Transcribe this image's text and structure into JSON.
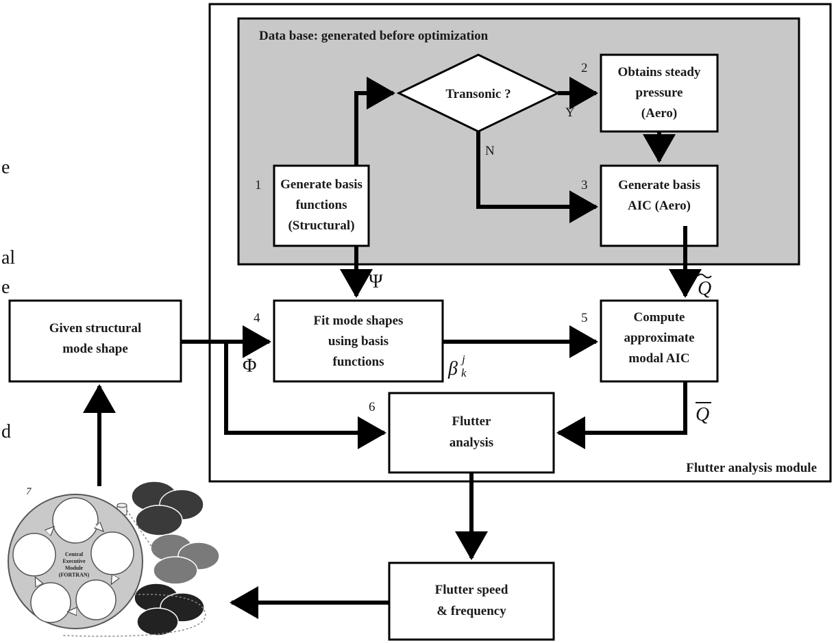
{
  "database_title": "Data base: generated before optimization",
  "module_title": "Flutter analysis module",
  "left_fragments": [
    "e",
    "al",
    "e",
    "d"
  ],
  "nodes": {
    "decision": {
      "label": "Transonic ?"
    },
    "n1": {
      "number": "1",
      "lines": [
        "Generate basis",
        "functions",
        "(Structural)"
      ]
    },
    "n2": {
      "number": "2",
      "lines": [
        "Obtains steady",
        "pressure",
        "(Aero)"
      ]
    },
    "n3": {
      "number": "3",
      "lines": [
        "Generate basis",
        "AIC (Aero)"
      ]
    },
    "n4": {
      "number": "4",
      "lines": [
        "Fit mode shapes",
        "using basis",
        "functions"
      ]
    },
    "n5": {
      "number": "5",
      "lines": [
        "Compute",
        "approximate",
        "modal AIC"
      ]
    },
    "n6": {
      "number": "6",
      "lines": [
        "Flutter",
        "analysis"
      ]
    },
    "given": {
      "lines": [
        "Given structural",
        "mode shape"
      ]
    },
    "output": {
      "lines": [
        "Flutter speed",
        "& frequency"
      ]
    },
    "n7": {
      "number": "7",
      "center_lines": [
        "Central",
        "Executive",
        "Module",
        "(FORTRAN)"
      ]
    }
  },
  "edge_labels": {
    "yes": "Y",
    "no": "N"
  },
  "symbols": {
    "psi": "Ψ",
    "phi": "Φ",
    "q_tilde": "Q",
    "q_bar": "Q",
    "beta": "β",
    "beta_sup": "j",
    "beta_sub": "k"
  },
  "colors": {
    "database_fill": "#c8c8c8",
    "line": "#000000",
    "circle_fill": "#c9c9c9",
    "dark_ellipse": "#3a3a3a",
    "mid_ellipse": "#7a7a7a"
  }
}
